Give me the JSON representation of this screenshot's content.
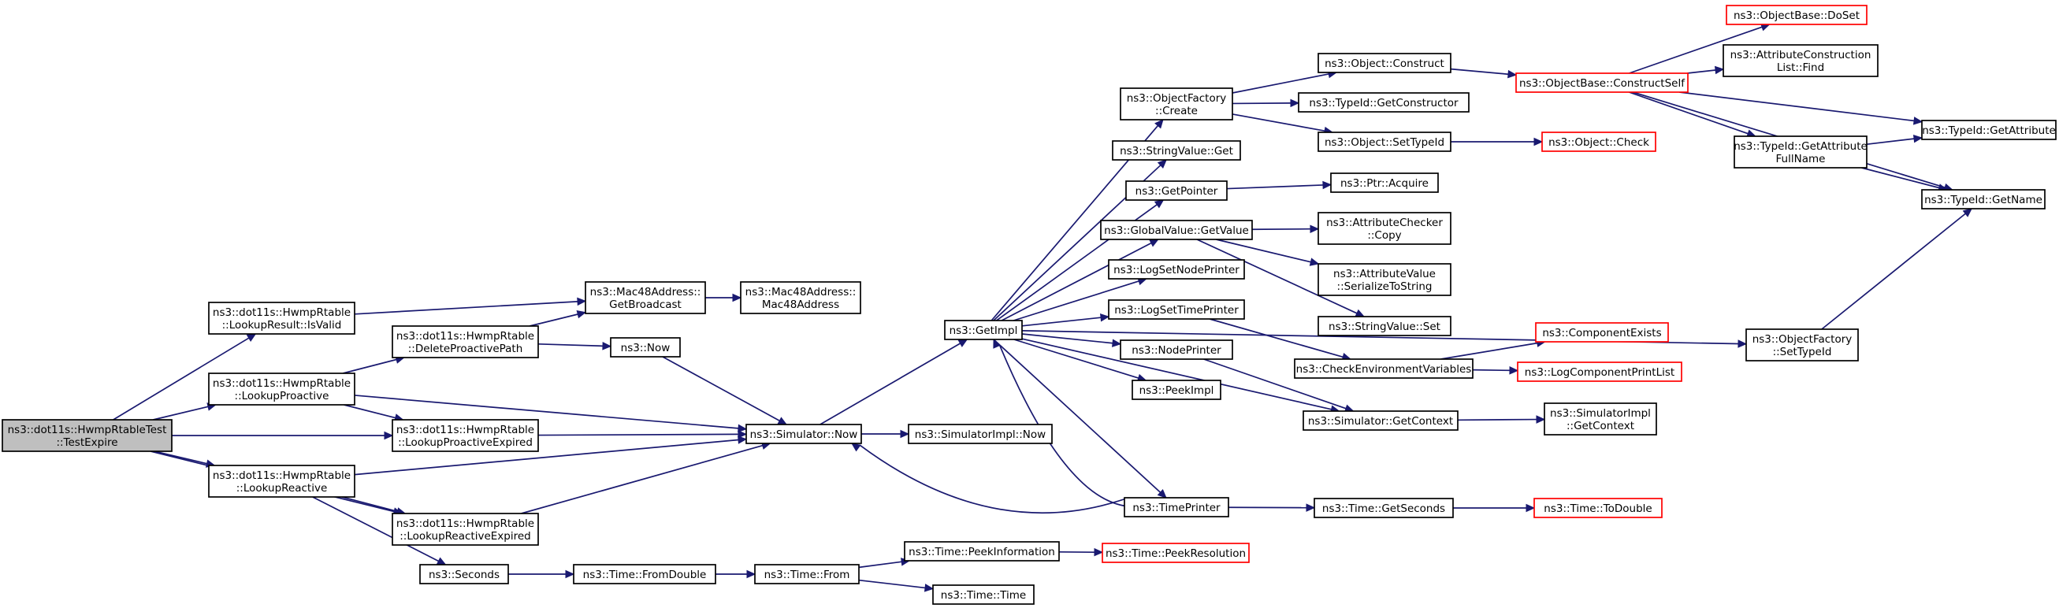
{
  "colors": {
    "edge": "#191970",
    "node_border": "#000000",
    "node_fill": "#ffffff",
    "root_fill": "#bfbfbf",
    "truncated_border": "#ff0000"
  },
  "nodes": [
    {
      "id": "testexpire",
      "lines": [
        "ns3::dot11s::HwmpRtableTest",
        "::TestExpire"
      ],
      "style": "root"
    },
    {
      "id": "lookupresult_isvalid",
      "lines": [
        "ns3::dot11s::HwmpRtable",
        "::LookupResult::IsValid"
      ],
      "style": "normal"
    },
    {
      "id": "lookupproactive",
      "lines": [
        "ns3::dot11s::HwmpRtable",
        "::LookupProactive"
      ],
      "style": "normal"
    },
    {
      "id": "lookupproactiveexpired",
      "lines": [
        "ns3::dot11s::HwmpRtable",
        "::LookupProactiveExpired"
      ],
      "style": "normal"
    },
    {
      "id": "lookupreactive",
      "lines": [
        "ns3::dot11s::HwmpRtable",
        "::LookupReactive"
      ],
      "style": "normal"
    },
    {
      "id": "lookupreactiveexpired",
      "lines": [
        "ns3::dot11s::HwmpRtable",
        "::LookupReactiveExpired"
      ],
      "style": "normal"
    },
    {
      "id": "seconds",
      "lines": [
        "ns3::Seconds"
      ],
      "style": "normal"
    },
    {
      "id": "deleteproactivepath",
      "lines": [
        "ns3::dot11s::HwmpRtable",
        "::DeleteProactivePath"
      ],
      "style": "normal"
    },
    {
      "id": "getbroadcast",
      "lines": [
        "ns3::Mac48Address::",
        "GetBroadcast"
      ],
      "style": "normal"
    },
    {
      "id": "mac48address",
      "lines": [
        "ns3::Mac48Address::",
        "Mac48Address"
      ],
      "style": "normal"
    },
    {
      "id": "now",
      "lines": [
        "ns3::Now"
      ],
      "style": "normal"
    },
    {
      "id": "simulator_now",
      "lines": [
        "ns3::Simulator::Now"
      ],
      "style": "normal"
    },
    {
      "id": "simulatorimpl_now",
      "lines": [
        "ns3::SimulatorImpl::Now"
      ],
      "style": "normal"
    },
    {
      "id": "getimpl",
      "lines": [
        "ns3::GetImpl"
      ],
      "style": "normal"
    },
    {
      "id": "time_fromdouble",
      "lines": [
        "ns3::Time::FromDouble"
      ],
      "style": "normal"
    },
    {
      "id": "time_from",
      "lines": [
        "ns3::Time::From"
      ],
      "style": "normal"
    },
    {
      "id": "time_peekinformation",
      "lines": [
        "ns3::Time::PeekInformation"
      ],
      "style": "normal"
    },
    {
      "id": "time_peekresolution",
      "lines": [
        "ns3::Time::PeekResolution"
      ],
      "style": "truncated"
    },
    {
      "id": "time_time",
      "lines": [
        "ns3::Time::Time"
      ],
      "style": "normal"
    },
    {
      "id": "objectfactory_create",
      "lines": [
        "ns3::ObjectFactory",
        "::Create"
      ],
      "style": "normal"
    },
    {
      "id": "stringvalue_get",
      "lines": [
        "ns3::StringValue::Get"
      ],
      "style": "normal"
    },
    {
      "id": "getpointer",
      "lines": [
        "ns3::GetPointer"
      ],
      "style": "normal"
    },
    {
      "id": "globalvalue_getvalue",
      "lines": [
        "ns3::GlobalValue::GetValue"
      ],
      "style": "normal"
    },
    {
      "id": "logsetnodeprinter",
      "lines": [
        "ns3::LogSetNodePrinter"
      ],
      "style": "normal"
    },
    {
      "id": "logsettimeprinter",
      "lines": [
        "ns3::LogSetTimePrinter"
      ],
      "style": "normal"
    },
    {
      "id": "nodeprinter",
      "lines": [
        "ns3::NodePrinter"
      ],
      "style": "normal"
    },
    {
      "id": "peekimpl",
      "lines": [
        "ns3::PeekImpl"
      ],
      "style": "normal"
    },
    {
      "id": "simulator_getcontext",
      "lines": [
        "ns3::Simulator::GetContext"
      ],
      "style": "normal"
    },
    {
      "id": "timeprinter",
      "lines": [
        "ns3::TimePrinter"
      ],
      "style": "normal"
    },
    {
      "id": "object_construct",
      "lines": [
        "ns3::Object::Construct"
      ],
      "style": "normal"
    },
    {
      "id": "typeid_getconstructor",
      "lines": [
        "ns3::TypeId::GetConstructor"
      ],
      "style": "normal"
    },
    {
      "id": "object_settypeid",
      "lines": [
        "ns3::Object::SetTypeId"
      ],
      "style": "normal"
    },
    {
      "id": "ptr_acquire",
      "lines": [
        "ns3::Ptr::Acquire"
      ],
      "style": "normal"
    },
    {
      "id": "attributechecker_copy",
      "lines": [
        "ns3::AttributeChecker",
        "::Copy"
      ],
      "style": "normal"
    },
    {
      "id": "attributevalue_serialize",
      "lines": [
        "ns3::AttributeValue",
        "::SerializeToString"
      ],
      "style": "normal"
    },
    {
      "id": "stringvalue_set",
      "lines": [
        "ns3::StringValue::Set"
      ],
      "style": "normal"
    },
    {
      "id": "checkenvironmentvariables",
      "lines": [
        "ns3::CheckEnvironmentVariables"
      ],
      "style": "normal"
    },
    {
      "id": "simulatorimpl_getcontext",
      "lines": [
        "ns3::SimulatorImpl",
        "::GetContext"
      ],
      "style": "normal"
    },
    {
      "id": "time_getseconds",
      "lines": [
        "ns3::Time::GetSeconds"
      ],
      "style": "normal"
    },
    {
      "id": "objectbase_constructself",
      "lines": [
        "ns3::ObjectBase::ConstructSelf"
      ],
      "style": "truncated"
    },
    {
      "id": "object_check",
      "lines": [
        "ns3::Object::Check"
      ],
      "style": "truncated"
    },
    {
      "id": "componentexists",
      "lines": [
        "ns3::ComponentExists"
      ],
      "style": "truncated"
    },
    {
      "id": "logcomponentprintlist",
      "lines": [
        "ns3::LogComponentPrintList"
      ],
      "style": "truncated"
    },
    {
      "id": "time_todouble",
      "lines": [
        "ns3::Time::ToDouble"
      ],
      "style": "truncated"
    },
    {
      "id": "objectbase_doset",
      "lines": [
        "ns3::ObjectBase::DoSet"
      ],
      "style": "truncated"
    },
    {
      "id": "attributeconstructionlist_find",
      "lines": [
        "ns3::AttributeConstruction",
        "List::Find"
      ],
      "style": "normal"
    },
    {
      "id": "typeid_getattributefullname",
      "lines": [
        "ns3::TypeId::GetAttribute",
        "FullName"
      ],
      "style": "normal"
    },
    {
      "id": "typeid_getattribute",
      "lines": [
        "ns3::TypeId::GetAttribute"
      ],
      "style": "normal"
    },
    {
      "id": "typeid_getname",
      "lines": [
        "ns3::TypeId::GetName"
      ],
      "style": "normal"
    },
    {
      "id": "objectfactory_settypeid",
      "lines": [
        "ns3::ObjectFactory",
        "::SetTypeId"
      ],
      "style": "normal"
    }
  ],
  "edges": [
    [
      "testexpire",
      "lookupresult_isvalid"
    ],
    [
      "testexpire",
      "lookupproactive"
    ],
    [
      "testexpire",
      "lookupproactiveexpired"
    ],
    [
      "testexpire",
      "lookupreactive"
    ],
    [
      "testexpire",
      "lookupreactiveexpired"
    ],
    [
      "lookupresult_isvalid",
      "getbroadcast"
    ],
    [
      "lookupproactive",
      "deleteproactivepath"
    ],
    [
      "lookupproactive",
      "simulator_now"
    ],
    [
      "lookupproactive",
      "lookupproactiveexpired"
    ],
    [
      "lookupproactiveexpired",
      "simulator_now"
    ],
    [
      "lookupreactive",
      "simulator_now"
    ],
    [
      "lookupreactive",
      "lookupreactiveexpired"
    ],
    [
      "lookupreactive",
      "seconds"
    ],
    [
      "lookupreactiveexpired",
      "simulator_now"
    ],
    [
      "seconds",
      "time_fromdouble"
    ],
    [
      "deleteproactivepath",
      "getbroadcast"
    ],
    [
      "deleteproactivepath",
      "now"
    ],
    [
      "getbroadcast",
      "mac48address"
    ],
    [
      "now",
      "simulator_now"
    ],
    [
      "simulator_now",
      "getimpl"
    ],
    [
      "simulator_now",
      "simulatorimpl_now"
    ],
    [
      "time_fromdouble",
      "time_from"
    ],
    [
      "time_from",
      "time_peekinformation"
    ],
    [
      "time_from",
      "time_time"
    ],
    [
      "time_peekinformation",
      "time_peekresolution"
    ],
    [
      "getimpl",
      "objectfactory_create"
    ],
    [
      "getimpl",
      "stringvalue_get"
    ],
    [
      "getimpl",
      "getpointer"
    ],
    [
      "getimpl",
      "globalvalue_getvalue"
    ],
    [
      "getimpl",
      "logsetnodeprinter"
    ],
    [
      "getimpl",
      "logsettimeprinter"
    ],
    [
      "getimpl",
      "nodeprinter"
    ],
    [
      "getimpl",
      "peekimpl"
    ],
    [
      "getimpl",
      "simulator_getcontext"
    ],
    [
      "getimpl",
      "timeprinter"
    ],
    [
      "getimpl",
      "objectfactory_settypeid"
    ],
    [
      "timeprinter",
      "simulator_now"
    ],
    [
      "timeprinter",
      "getimpl"
    ],
    [
      "timeprinter",
      "time_getseconds"
    ],
    [
      "objectfactory_create",
      "object_construct"
    ],
    [
      "objectfactory_create",
      "typeid_getconstructor"
    ],
    [
      "objectfactory_create",
      "object_settypeid"
    ],
    [
      "getpointer",
      "ptr_acquire"
    ],
    [
      "globalvalue_getvalue",
      "attributechecker_copy"
    ],
    [
      "globalvalue_getvalue",
      "attributevalue_serialize"
    ],
    [
      "globalvalue_getvalue",
      "stringvalue_set"
    ],
    [
      "logsettimeprinter",
      "checkenvironmentvariables"
    ],
    [
      "nodeprinter",
      "simulator_getcontext"
    ],
    [
      "simulator_getcontext",
      "simulatorimpl_getcontext"
    ],
    [
      "object_construct",
      "objectbase_constructself"
    ],
    [
      "object_settypeid",
      "object_check"
    ],
    [
      "checkenvironmentvariables",
      "componentexists"
    ],
    [
      "checkenvironmentvariables",
      "logcomponentprintlist"
    ],
    [
      "time_getseconds",
      "time_todouble"
    ],
    [
      "objectbase_constructself",
      "objectbase_doset"
    ],
    [
      "objectbase_constructself",
      "attributeconstructionlist_find"
    ],
    [
      "objectbase_constructself",
      "typeid_getattribute"
    ],
    [
      "objectbase_constructself",
      "typeid_getattributefullname"
    ],
    [
      "objectbase_constructself",
      "typeid_getname"
    ],
    [
      "typeid_getattributefullname",
      "typeid_getattribute"
    ],
    [
      "typeid_getattributefullname",
      "typeid_getname"
    ],
    [
      "objectfactory_settypeid",
      "typeid_getname"
    ]
  ]
}
